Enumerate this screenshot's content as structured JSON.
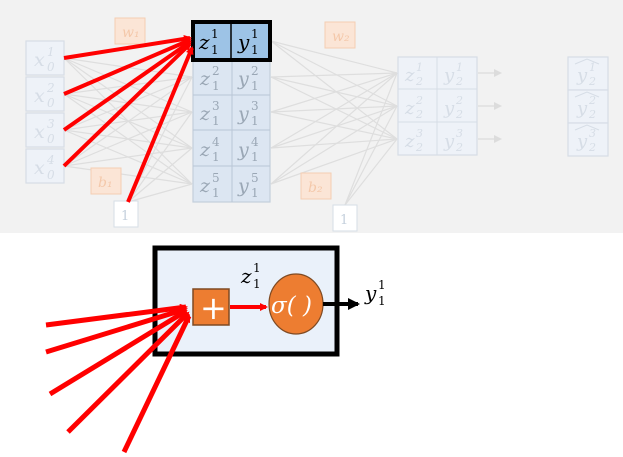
{
  "colors": {
    "panel_bg": "#f2f2f2",
    "faint_line": "#dcdcdc",
    "faint_text": "#d6dde6",
    "cell_fill": "#dce6f2",
    "highlight_fill": "#9dc3e6",
    "red": "#ff0000",
    "orange": "#ed7d31",
    "black": "#000000"
  },
  "labels": {
    "x": [
      "x",
      "x",
      "x",
      "x"
    ],
    "x_sup": [
      "1",
      "2",
      "3",
      "4"
    ],
    "x_sub": "0",
    "z1_sup": [
      "1",
      "2",
      "3",
      "4",
      "5"
    ],
    "z2_sup": [
      "1",
      "2",
      "3"
    ],
    "w1": "w₁",
    "w2": "w₂",
    "b1": "b₁",
    "b2": "b₂",
    "one": "1",
    "z": "z",
    "y": "y",
    "sub1": "1",
    "sub2": "2",
    "yhat_sup": [
      "1",
      "2",
      "3"
    ],
    "plus": "+",
    "sigma": "σ( )",
    "neuron_z": "z",
    "neuron_z_sub": "1",
    "neuron_z_sup": "1",
    "neuron_y": "y",
    "neuron_y_sub": "1",
    "neuron_y_sup": "1"
  }
}
